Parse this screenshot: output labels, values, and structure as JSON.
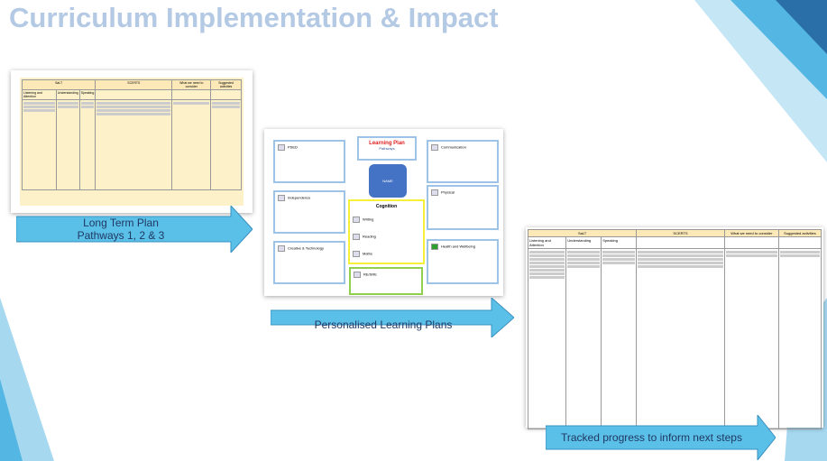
{
  "title": "Curriculum Implementation & Impact",
  "arrows": {
    "long_term": "Long Term Plan\nPathways 1, 2 & 3",
    "personalised": "Personalised Learning Plans",
    "tracked": "Tracked progress to inform next steps"
  },
  "learning_plan": {
    "heading": "Learning Plan",
    "subheading": "Pathways",
    "name": "NAME",
    "areas": {
      "psed": "PSED",
      "independence": "Independence",
      "creative": "Creative & Technology",
      "communication": "Communication",
      "physical": "Physical",
      "health": "Health and Wellbeing",
      "cognition": "Cognition",
      "writing": "Writing",
      "reading": "Reading",
      "maths": "Maths",
      "re": "RE/SRE"
    }
  },
  "table_headers": {
    "salt": "SaLT",
    "scerts": "SCERTS",
    "consider": "What we need to consider",
    "activities": "Suggested activities",
    "listening": "Listening and Attention",
    "understanding": "Understanding",
    "speaking": "Speaking"
  }
}
